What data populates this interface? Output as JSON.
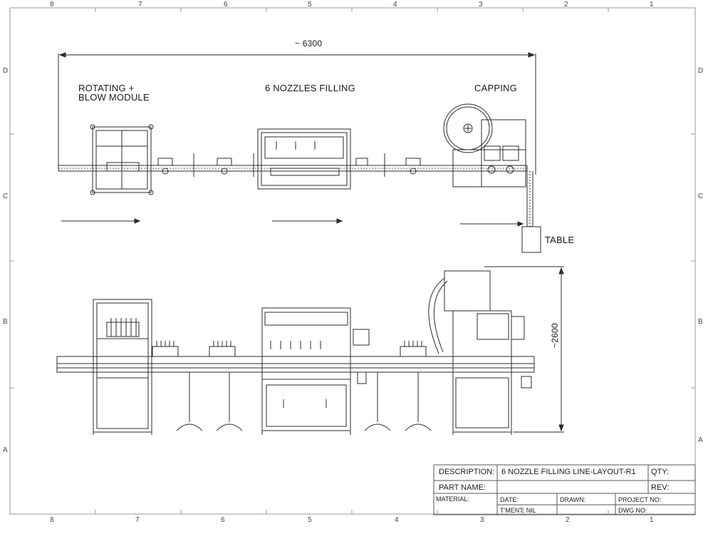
{
  "drawing": {
    "dim_width": "~ 6300",
    "dim_height": "~2600",
    "labels": {
      "rotating": "ROTATING +",
      "blow": "BLOW MODULE",
      "filling": "6 NOZZLES FILLING",
      "capping": "CAPPING",
      "table": "TABLE"
    }
  },
  "border": {
    "columns": [
      "8",
      "7",
      "6",
      "5",
      "4",
      "3",
      "2",
      "1"
    ],
    "rows": [
      "D",
      "C",
      "B",
      "A"
    ]
  },
  "title_block": {
    "description_label": "DESCRIPTION:",
    "description_value": "6 NOZZLE FILLING LINE-LAYOUT-R1",
    "qty_label": "QTY:",
    "part_name_label": "PART NAME:",
    "rev_label": "REV:",
    "material_label": "MATERIAL:",
    "date_label": "DATE:",
    "drawn_label": "DRAWN:",
    "project_label": "PROJECT NO:",
    "tment_label": "T'MENT:  NIL",
    "dwg_label": "DWG NO:"
  },
  "colors": {
    "line": "#2b2b2b",
    "frame": "#9a9a9a"
  }
}
